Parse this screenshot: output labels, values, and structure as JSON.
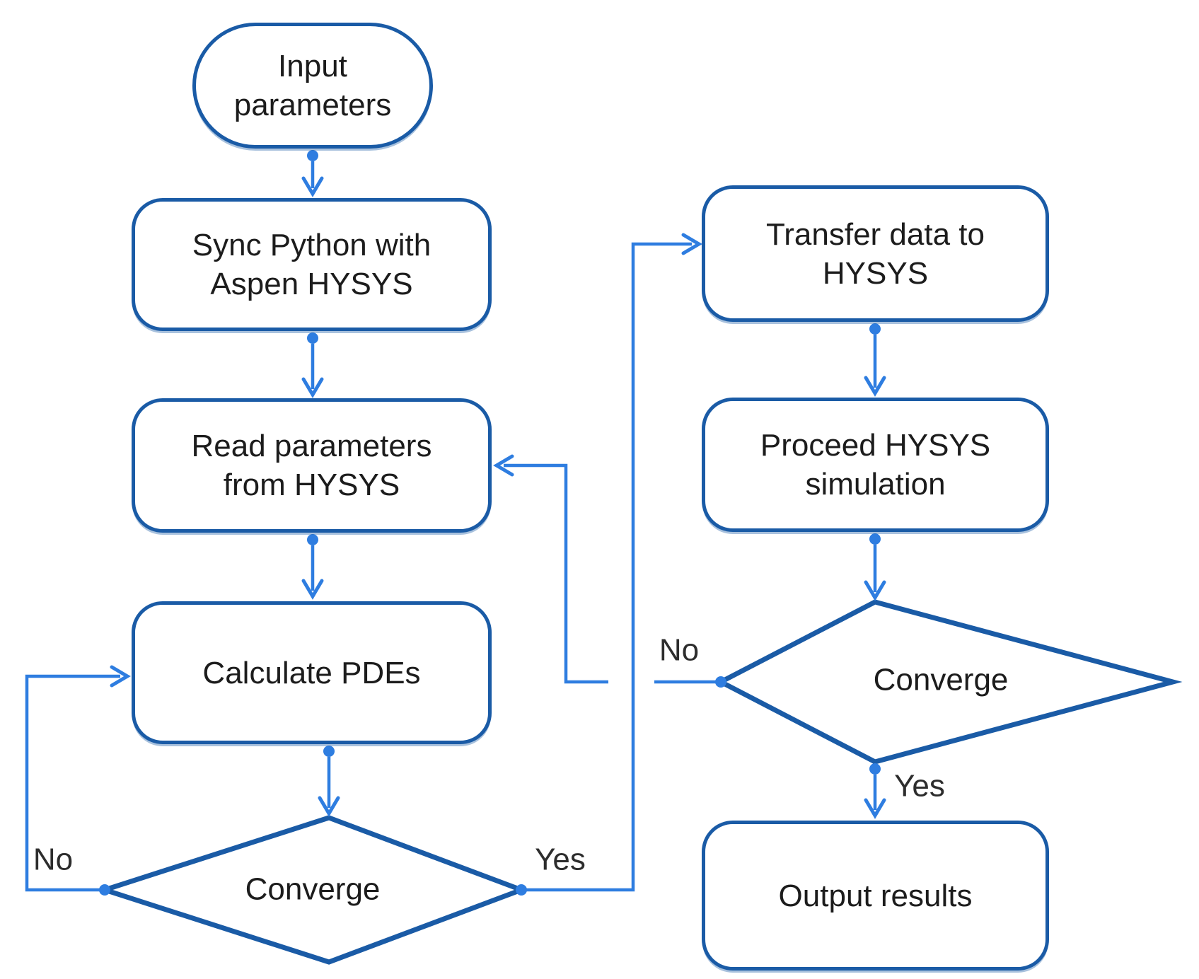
{
  "diagram": {
    "type": "flowchart",
    "colors": {
      "background": "#ffffff",
      "shape_border": "#1a5ba6",
      "shape_fill": "#ffffff",
      "connector": "#2e7de0",
      "text": "#1c1c1c",
      "label_text": "#2d2d2d"
    },
    "nodes": [
      {
        "id": "input",
        "shape": "terminator",
        "label": "Input\nparameters"
      },
      {
        "id": "sync",
        "shape": "process",
        "label": "Sync Python with\nAspen HYSYS"
      },
      {
        "id": "read",
        "shape": "process",
        "label": "Read parameters\nfrom HYSYS"
      },
      {
        "id": "calc",
        "shape": "process",
        "label": "Calculate PDEs"
      },
      {
        "id": "converge_pde",
        "shape": "decision",
        "label": "Converge"
      },
      {
        "id": "transfer",
        "shape": "process",
        "label": "Transfer data to\nHYSYS"
      },
      {
        "id": "proceed",
        "shape": "process",
        "label": "Proceed HYSYS\nsimulation"
      },
      {
        "id": "converge_hysys",
        "shape": "decision",
        "label": "Converge"
      },
      {
        "id": "output",
        "shape": "process",
        "label": "Output results"
      }
    ],
    "edges": [
      {
        "from": "input",
        "to": "sync",
        "label": ""
      },
      {
        "from": "sync",
        "to": "read",
        "label": ""
      },
      {
        "from": "read",
        "to": "calc",
        "label": ""
      },
      {
        "from": "calc",
        "to": "converge_pde",
        "label": ""
      },
      {
        "from": "converge_pde",
        "to": "calc",
        "label": "No"
      },
      {
        "from": "converge_pde",
        "to": "transfer",
        "label": "Yes"
      },
      {
        "from": "transfer",
        "to": "proceed",
        "label": ""
      },
      {
        "from": "proceed",
        "to": "converge_hysys",
        "label": ""
      },
      {
        "from": "converge_hysys",
        "to": "read",
        "label": "No"
      },
      {
        "from": "converge_hysys",
        "to": "output",
        "label": "Yes"
      }
    ]
  }
}
